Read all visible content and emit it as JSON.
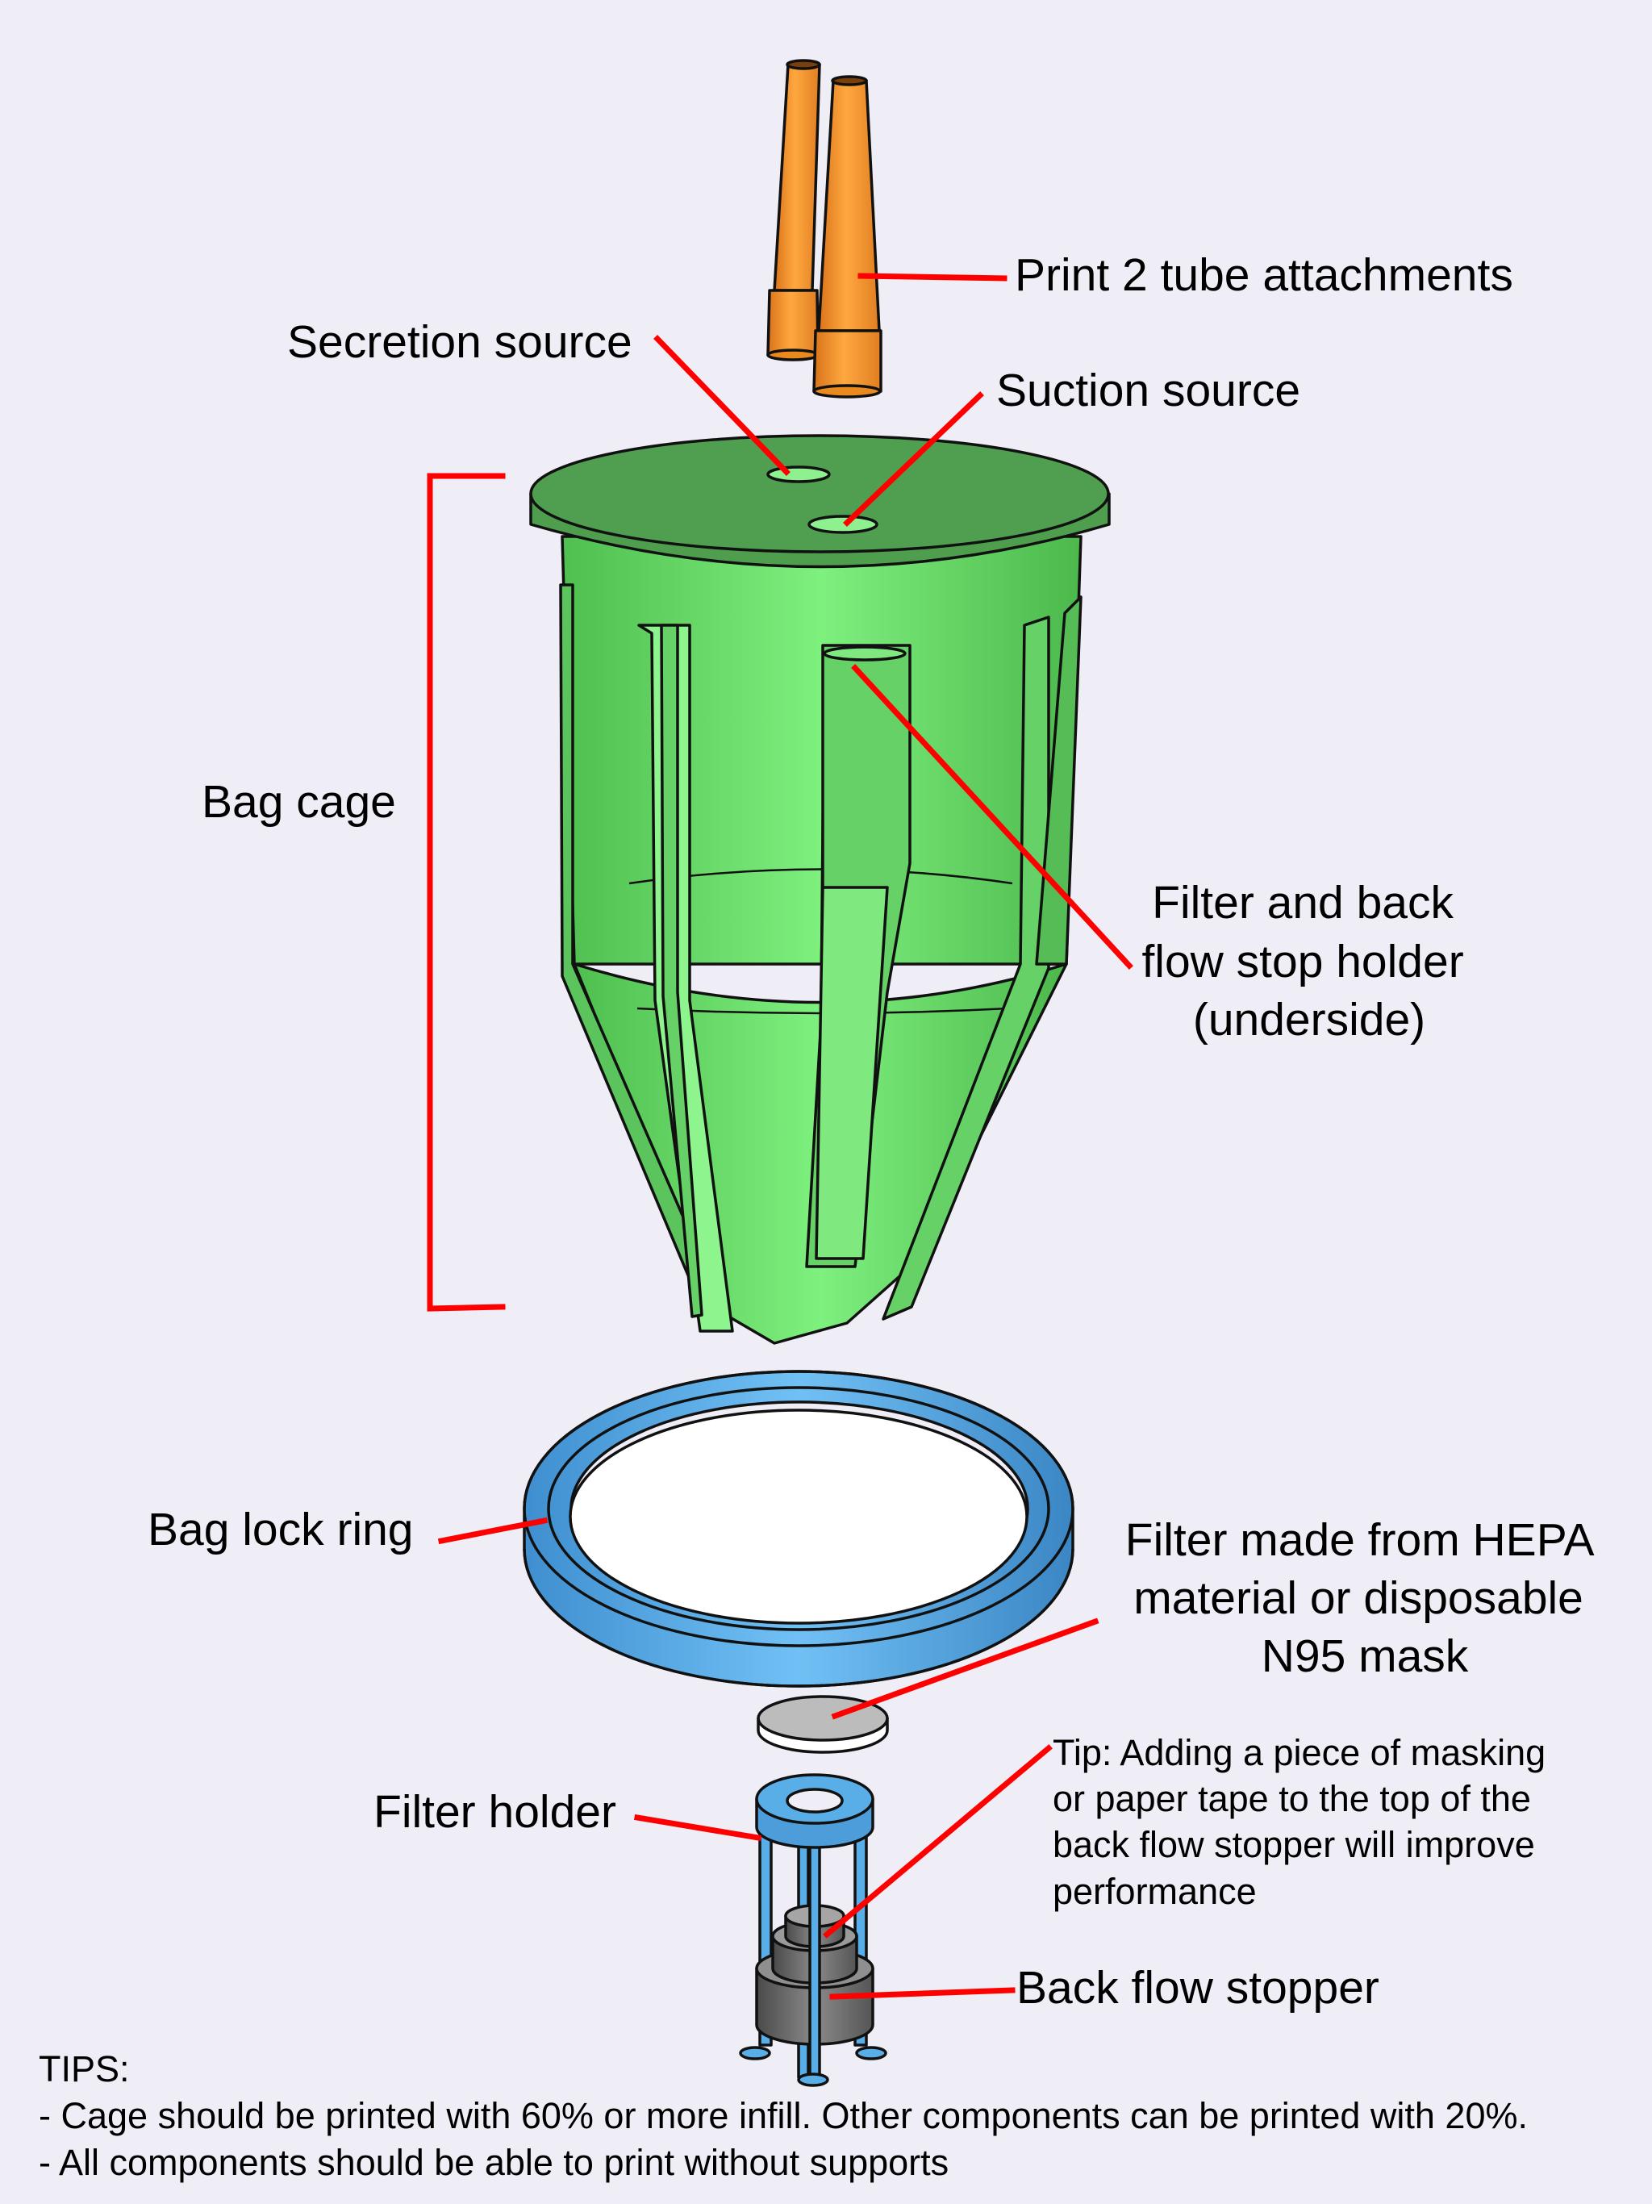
{
  "labels": {
    "tube_attachments": "Print 2 tube attachments",
    "secretion_source": "Secretion source",
    "suction_source": "Suction source",
    "bag_cage": "Bag cage",
    "filter_holder_part": [
      "Filter and back",
      "flow stop holder",
      "(underside)"
    ],
    "bag_lock_ring": "Bag lock ring",
    "filter_material": [
      "Filter made from HEPA",
      "material or disposable",
      "N95 mask"
    ],
    "filter_holder": "Filter holder",
    "tip": [
      "Tip: Adding a piece of masking",
      "or paper tape to the top of the",
      "back flow stopper will improve",
      "performance"
    ],
    "back_flow_stopper": "Back flow stopper"
  },
  "tips": {
    "heading": "TIPS:",
    "lines": [
      "- Cage should be printed with 60% or more infill. Other components can be printed with 20%.",
      "- All components should be able to print without supports"
    ]
  },
  "colors": {
    "background": "#efedf5",
    "tube": "#f7962b",
    "cage": "#6ddf6d",
    "cage_lid": "#4ea24e",
    "ring": "#5aaee8",
    "filter": "#b9b9b9",
    "stopper": "#707070",
    "leader_line": "#ff0000"
  }
}
